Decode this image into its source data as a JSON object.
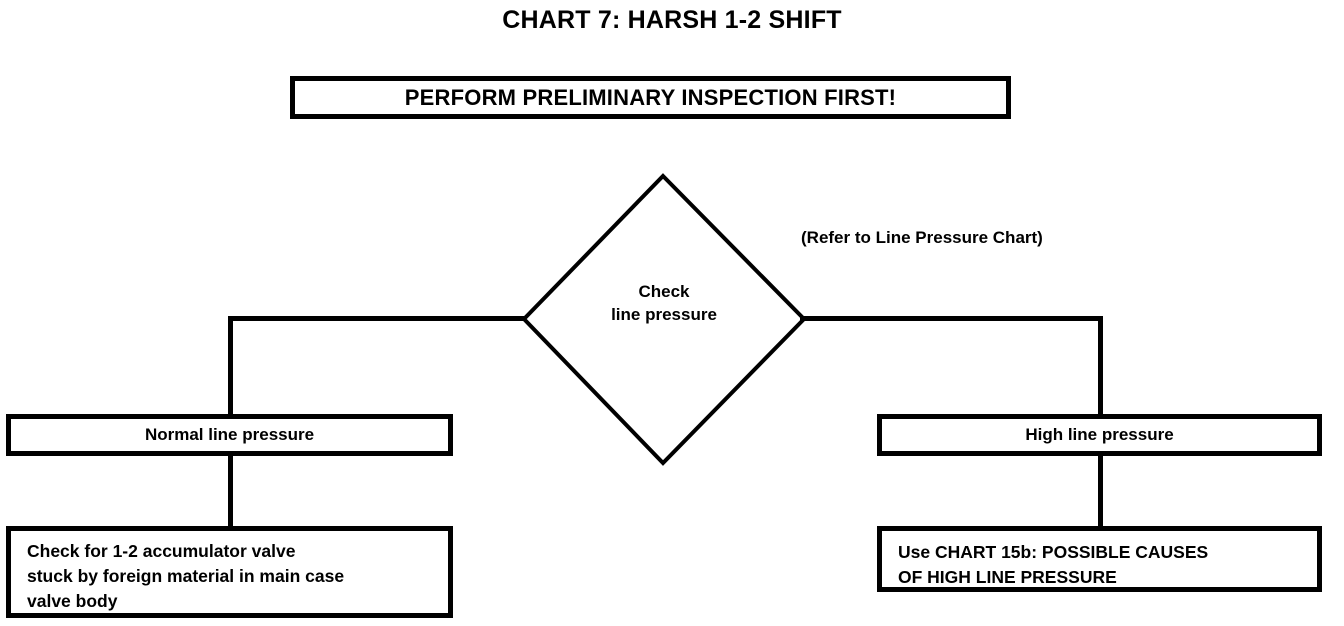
{
  "diagram": {
    "title": "CHART 7: HARSH 1-2 SHIFT",
    "banner": {
      "text": "PERFORM PRELIMINARY INSPECTION FIRST!"
    },
    "decision": {
      "line1": "Check",
      "line2": "line pressure"
    },
    "annotation": "(Refer to Line Pressure Chart)",
    "branches": {
      "left": {
        "condition": "Normal line pressure",
        "action_line1": "Check for 1-2 accumulator valve",
        "action_line2": "stuck by foreign material in main case",
        "action_line3": "valve body"
      },
      "right": {
        "condition": "High line pressure",
        "action_prefix": "Use ",
        "action_line1": "CHART 15b: POSSIBLE CAUSES",
        "action_line2": "OF HIGH LINE PRESSURE"
      }
    },
    "colors": {
      "stroke": "#000000",
      "background": "#ffffff",
      "text": "#000000"
    }
  }
}
